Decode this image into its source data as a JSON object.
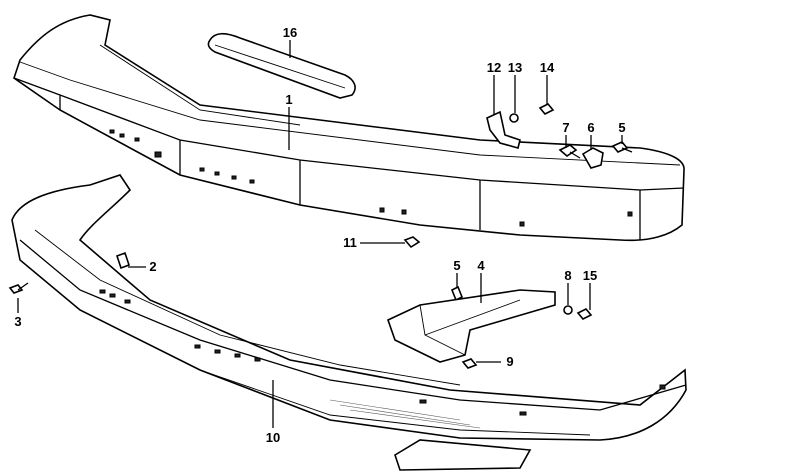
{
  "diagram": {
    "colors": {
      "ink": "#000000",
      "background": "#ffffff"
    },
    "callouts": [
      {
        "id": "c16",
        "label": "16"
      },
      {
        "id": "c1",
        "label": "1"
      },
      {
        "id": "c12",
        "label": "12"
      },
      {
        "id": "c13",
        "label": "13"
      },
      {
        "id": "c14",
        "label": "14"
      },
      {
        "id": "c7",
        "label": "7"
      },
      {
        "id": "c6",
        "label": "6"
      },
      {
        "id": "c5a",
        "label": "5"
      },
      {
        "id": "c11",
        "label": "11"
      },
      {
        "id": "c2",
        "label": "2"
      },
      {
        "id": "c3",
        "label": "3"
      },
      {
        "id": "c5b",
        "label": "5"
      },
      {
        "id": "c4",
        "label": "4"
      },
      {
        "id": "c8",
        "label": "8"
      },
      {
        "id": "c15",
        "label": "15"
      },
      {
        "id": "c9",
        "label": "9"
      },
      {
        "id": "c10",
        "label": "10"
      }
    ]
  }
}
